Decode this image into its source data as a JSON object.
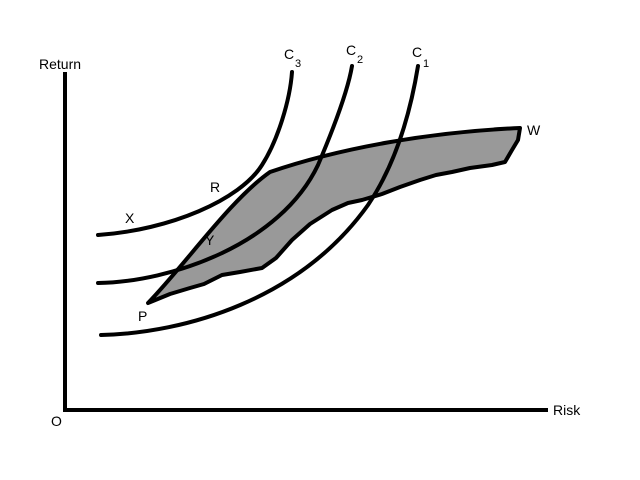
{
  "axes": {
    "y_label": "Return",
    "x_label": "Risk",
    "origin_label": "O"
  },
  "curves": [
    {
      "letter": "C",
      "subscript": "3"
    },
    {
      "letter": "C",
      "subscript": "2"
    },
    {
      "letter": "C",
      "subscript": "1"
    }
  ],
  "points": {
    "w": "W",
    "r": "R",
    "x": "X",
    "y": "Y",
    "p": "P"
  },
  "colors": {
    "line": "#000000",
    "region_fill": "#999999",
    "background": "#ffffff"
  }
}
